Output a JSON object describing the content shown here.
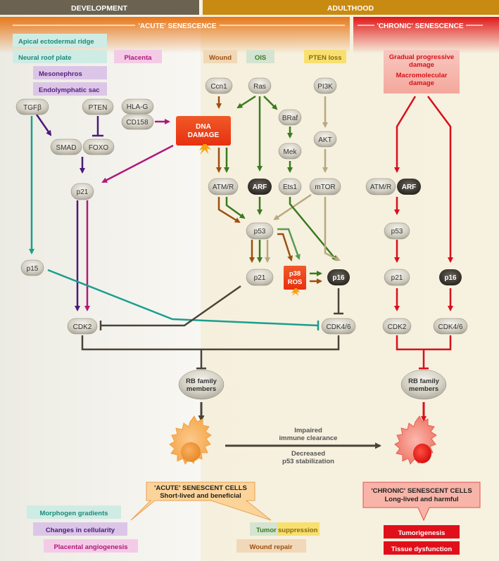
{
  "header": {
    "development": "DEVELOPMENT",
    "adulthood": "ADULTHOOD",
    "acute": "'ACUTE' SENESCENCE",
    "chronic": "'CHRONIC' SENESCENCE"
  },
  "colors": {
    "development_band": "#6b6350",
    "adulthood_band": "#c88a10",
    "acute_band": "#e8821a",
    "chronic_band": "#e0201c",
    "teal": "#1a9e8e",
    "purple": "#4a1a7a",
    "magenta": "#b0187a",
    "brown": "#9c5010",
    "green": "#3a7a20",
    "tan": "#b8a880",
    "red": "#d8101a",
    "dark": "#4a4438"
  },
  "triggers": {
    "apical": "Apical ectodermal ridge",
    "neural": "Neural roof plate",
    "placenta": "Placenta",
    "mesonephros": "Mesonephros",
    "endolymphatic": "Endolymphatic sac",
    "wound": "Wound",
    "ois": "OIS",
    "pten_loss": "PTEN loss",
    "gradual_1": "Gradual progressive",
    "gradual_2": "damage",
    "macro_1": "Macromolecular",
    "macro_2": "damage"
  },
  "nodes": {
    "tgfb": "TGFβ",
    "pten": "PTEN",
    "hlag": "HLA-G",
    "cd158": "CD158",
    "smad": "SMAD",
    "foxo": "FOXO",
    "p21_dev": "p21",
    "p15": "p15",
    "cdk2_dev": "CDK2",
    "dna_1": "DNA",
    "dna_2": "DAMAGE",
    "ccn1": "Ccn1",
    "ras": "Ras",
    "braf": "BRaf",
    "mek": "Mek",
    "ets1": "Ets1",
    "pi3k": "PI3K",
    "akt": "AKT",
    "mtor": "mTOR",
    "atmr": "ATM/R",
    "arf": "ARF",
    "p53": "p53",
    "p21_ad": "p21",
    "p38": "p38",
    "ros": "ROS",
    "p16": "p16",
    "cdk46": "CDK4/6",
    "rb_1": "RB family",
    "rb_2": "members",
    "atmr_c": "ATM/R",
    "arf_c": "ARF",
    "p53_c": "p53",
    "p21_c": "p21",
    "p16_c": "p16",
    "cdk2_c": "CDK2",
    "cdk46_c": "CDK4/6",
    "rb_c1": "RB family",
    "rb_c2": "members"
  },
  "transition": {
    "line1": "Impaired",
    "line2": "immune clearance",
    "line3": "Decreased",
    "line4": "p53 stabilization"
  },
  "outcomes": {
    "acute_title": "'ACUTE' SENESCENT CELLS",
    "acute_sub": "Short-lived and beneficial",
    "chronic_title": "'CHRONIC' SENESCENT CELLS",
    "chronic_sub": "Long-lived and harmful",
    "morphogen": "Morphogen gradients",
    "cellularity": "Changes in cellularity",
    "angiogenesis": "Placental angiogenesis",
    "tumor": "Tumor",
    "suppression": "suppression",
    "wound_repair": "Wound repair",
    "tumorigenesis": "Tumorigenesis",
    "tissue": "Tissue dysfunction"
  }
}
